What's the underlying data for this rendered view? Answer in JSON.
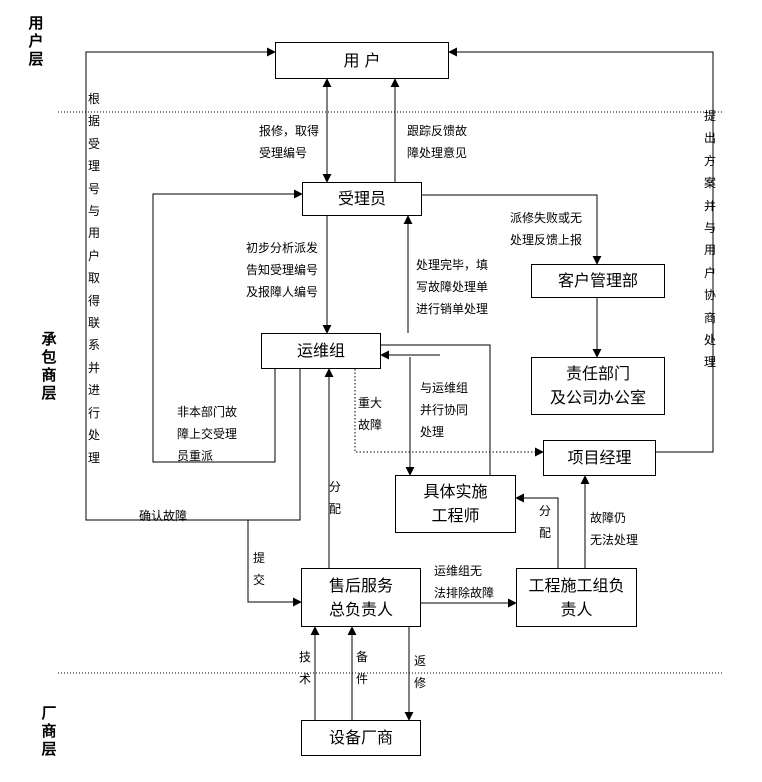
{
  "layers": {
    "user": "用户层",
    "contractor": "承包商层",
    "vendor": "厂商层"
  },
  "nodes": {
    "user": "用 户",
    "receptionist": "受理员",
    "customer_mgmt": "客户管理部",
    "responsible_dept_line1": "责任部门",
    "responsible_dept_line2": "及公司办公室",
    "ops_group": "运维组",
    "project_manager": "项目经理",
    "engineer_line1": "具体实施",
    "engineer_line2": "工程师",
    "after_sales_line1": "售后服务",
    "after_sales_line2": "总负责人",
    "construction_line1": "工程施工组负",
    "construction_line2": "责人",
    "vendor": "设备厂商"
  },
  "labels": {
    "report_l1": "报修，取得",
    "report_l2": "受理编号",
    "track_l1": "跟踪反馈故",
    "track_l2": "障处理意见",
    "dispatch_fail_l1": "派修失败或无",
    "dispatch_fail_l2": "处理反馈上报",
    "analyze_l1": "初步分析派发",
    "analyze_l2": "告知受理编号",
    "analyze_l3": "及报障人编号",
    "done_l1": "处理完毕，填",
    "done_l2": "写故障处理单",
    "done_l3": "进行销单处理",
    "coordinate_l1": "与运维组",
    "coordinate_l2": "并行协同",
    "coordinate_l3": "处理",
    "major_fault_l1": "重大",
    "major_fault_l2": "故障",
    "non_dept_l1": "非本部门故",
    "non_dept_l2": "障上交受理",
    "non_dept_l3": "员重派",
    "confirm_fault": "确认故障",
    "fault_unresolved_l1": "故障仍",
    "fault_unresolved_l2": "无法处理",
    "ops_unable_l1": "运维组无",
    "ops_unable_l2": "法排除故障",
    "left_vertical": "根据受理号与用户取得联系并进行处理",
    "right_vertical": "提出方案并与用户协商处理",
    "assign_1": "分配",
    "assign_2": "分配",
    "submit": "提交",
    "tech": "技术",
    "parts": "备件",
    "return_repair": "返修"
  }
}
